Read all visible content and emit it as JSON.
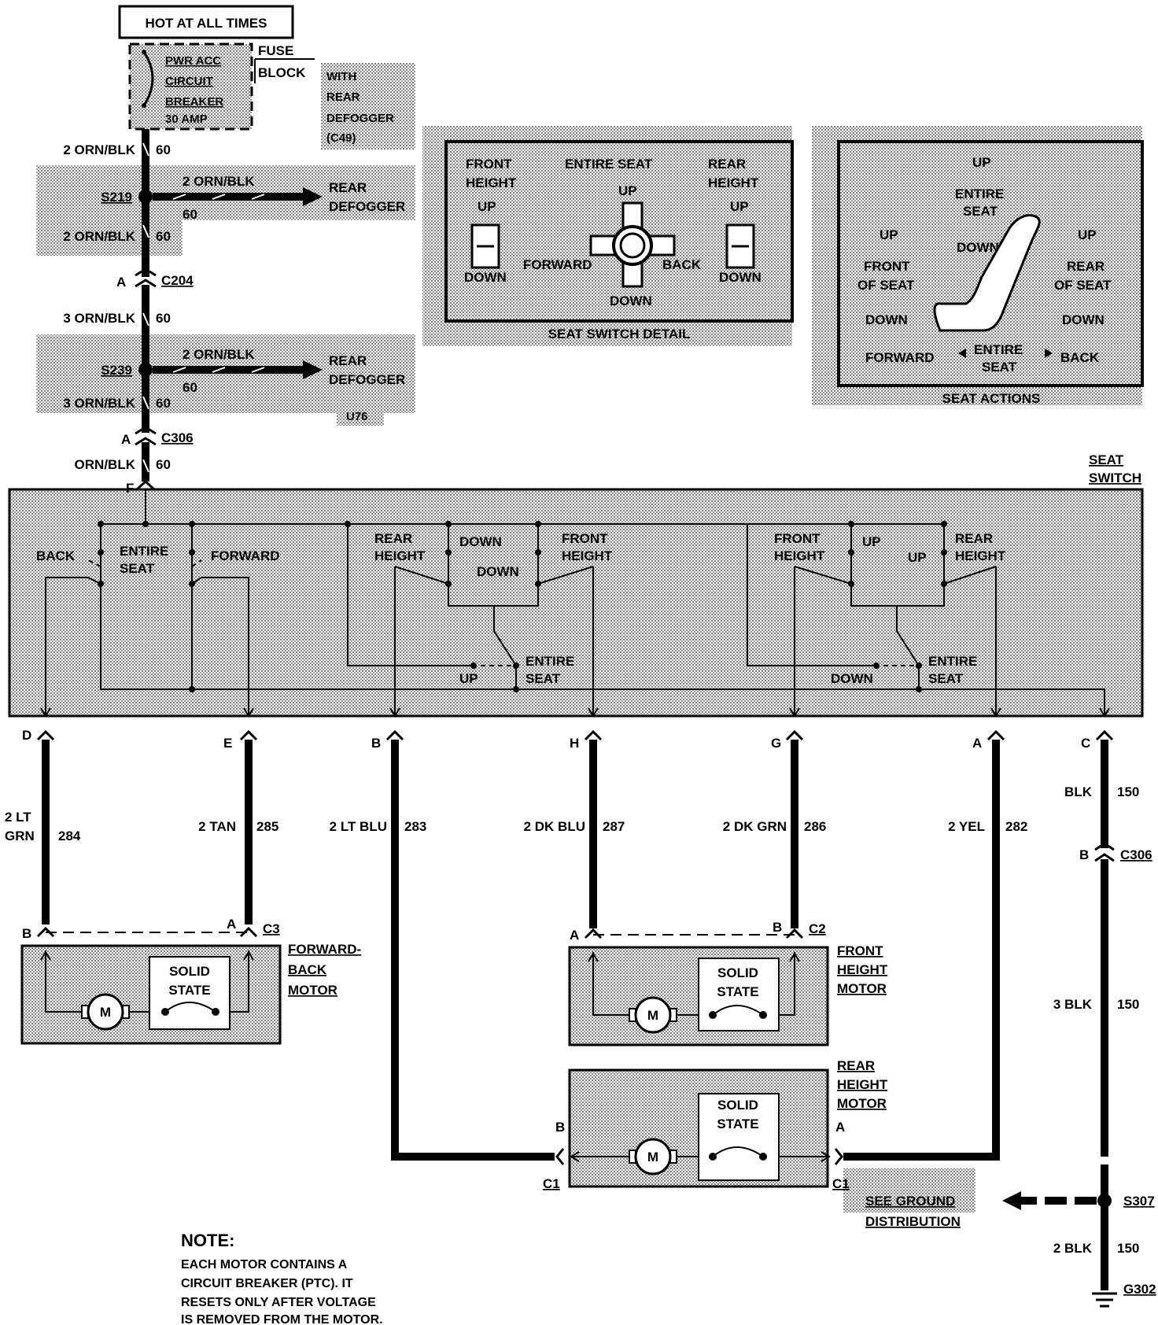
{
  "power": {
    "hot_label": "HOT AT ALL TIMES",
    "breaker_lines": [
      "PWR ACC",
      "CIRCUIT",
      "BREAKER",
      "30 AMP"
    ],
    "fuse": "FUSE",
    "block": "BLOCK",
    "with_rear_defogger": [
      "WITH",
      "REAR",
      "DEFOGGER",
      "(C49)"
    ],
    "u76": "U76"
  },
  "feed": {
    "wire_2_orn_blk": "2 ORN/BLK",
    "wire_3_orn_blk": "3 ORN/BLK",
    "wire_orn_blk": "ORN/BLK",
    "circuit_60": "60",
    "s219": "S219",
    "s239": "S239",
    "c204": "C204",
    "c306": "C306",
    "pin_a": "A",
    "pin_f": "F",
    "rear": "REAR",
    "defogger": "DEFOGGER"
  },
  "seat_switch_detail": {
    "caption": "SEAT SWITCH DETAIL",
    "front": "FRONT",
    "height": "HEIGHT",
    "rear": "REAR",
    "entire_seat": "ENTIRE SEAT",
    "up": "UP",
    "down": "DOWN",
    "forward": "FORWARD",
    "back": "BACK"
  },
  "seat_actions": {
    "caption": "SEAT ACTIONS",
    "up": "UP",
    "down": "DOWN",
    "entire": "ENTIRE",
    "seat": "SEAT",
    "front": "FRONT",
    "of_seat": "OF SEAT",
    "rear": "REAR",
    "forward": "FORWARD",
    "back": "BACK"
  },
  "seat_switch": {
    "title": [
      "SEAT",
      "SWITCH"
    ],
    "back": "BACK",
    "entire": "ENTIRE",
    "seat": "SEAT",
    "forward": "FORWARD",
    "rear": "REAR",
    "height": "HEIGHT",
    "down": "DOWN",
    "front": "FRONT",
    "up": "UP"
  },
  "pins": [
    "D",
    "E",
    "B",
    "H",
    "G",
    "A",
    "C"
  ],
  "wires": [
    {
      "color": "2 LT GRN",
      "color_l1": "2 LT",
      "color_l2": "GRN",
      "circuit": "284"
    },
    {
      "color": "2 TAN",
      "circuit": "285"
    },
    {
      "color": "2 LT BLU",
      "circuit": "283"
    },
    {
      "color": "2 DK BLU",
      "circuit": "287"
    },
    {
      "color": "2 DK GRN",
      "circuit": "286"
    },
    {
      "color": "2 YEL",
      "circuit": "282"
    }
  ],
  "ground": {
    "blk": "BLK",
    "circuit": "150",
    "pin_b": "B",
    "c306": "C306",
    "wire_3_blk": "3 BLK",
    "wire_2_blk": "2 BLK",
    "see_ground": "SEE GROUND",
    "distribution": "DISTRIBUTION",
    "s307": "S307",
    "g302": "G302"
  },
  "motors": {
    "m": "M",
    "solid": "SOLID",
    "state": "STATE",
    "forward_back": [
      "FORWARD-",
      "BACK",
      "MOTOR"
    ],
    "front_height": [
      "FRONT",
      "HEIGHT",
      "MOTOR"
    ],
    "rear_height": [
      "REAR",
      "HEIGHT",
      "MOTOR"
    ],
    "c1": "C1",
    "c2": "C2",
    "c3": "C3",
    "pin_a": "A",
    "pin_b": "B"
  },
  "note": {
    "title": "NOTE:",
    "lines": [
      "EACH MOTOR CONTAINS A",
      "CIRCUIT BREAKER (PTC). IT",
      "RESETS ONLY AFTER VOLTAGE",
      "IS REMOVED FROM THE MOTOR."
    ]
  }
}
